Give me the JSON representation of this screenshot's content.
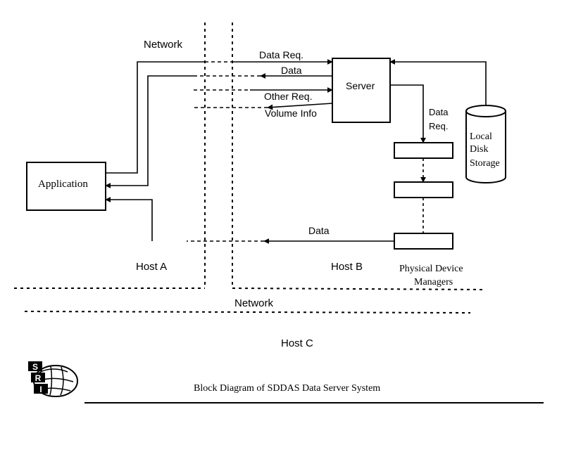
{
  "labels": {
    "network_top": "Network",
    "data_req": "Data Req.",
    "data": "Data",
    "other_req": "Other Req.",
    "volume_info": "Volume Info",
    "server": "Server",
    "data_req_side_1": "Data",
    "data_req_side_2": "Req.",
    "local_1": "Local",
    "local_2": "Disk",
    "local_3": "Storage",
    "application": "Application",
    "data_bottom": "Data",
    "host_a": "Host A",
    "host_b": "Host B",
    "pdm_1": "Physical Device",
    "pdm_2": "Managers",
    "network_bottom": "Network",
    "host_c": "Host C",
    "caption": "Block Diagram of SDDAS Data Server System"
  },
  "logo": {
    "name": "sri-logo",
    "letters": [
      "S",
      "R",
      "I"
    ]
  },
  "colors": {
    "ink": "#000000",
    "paper": "#ffffff"
  }
}
